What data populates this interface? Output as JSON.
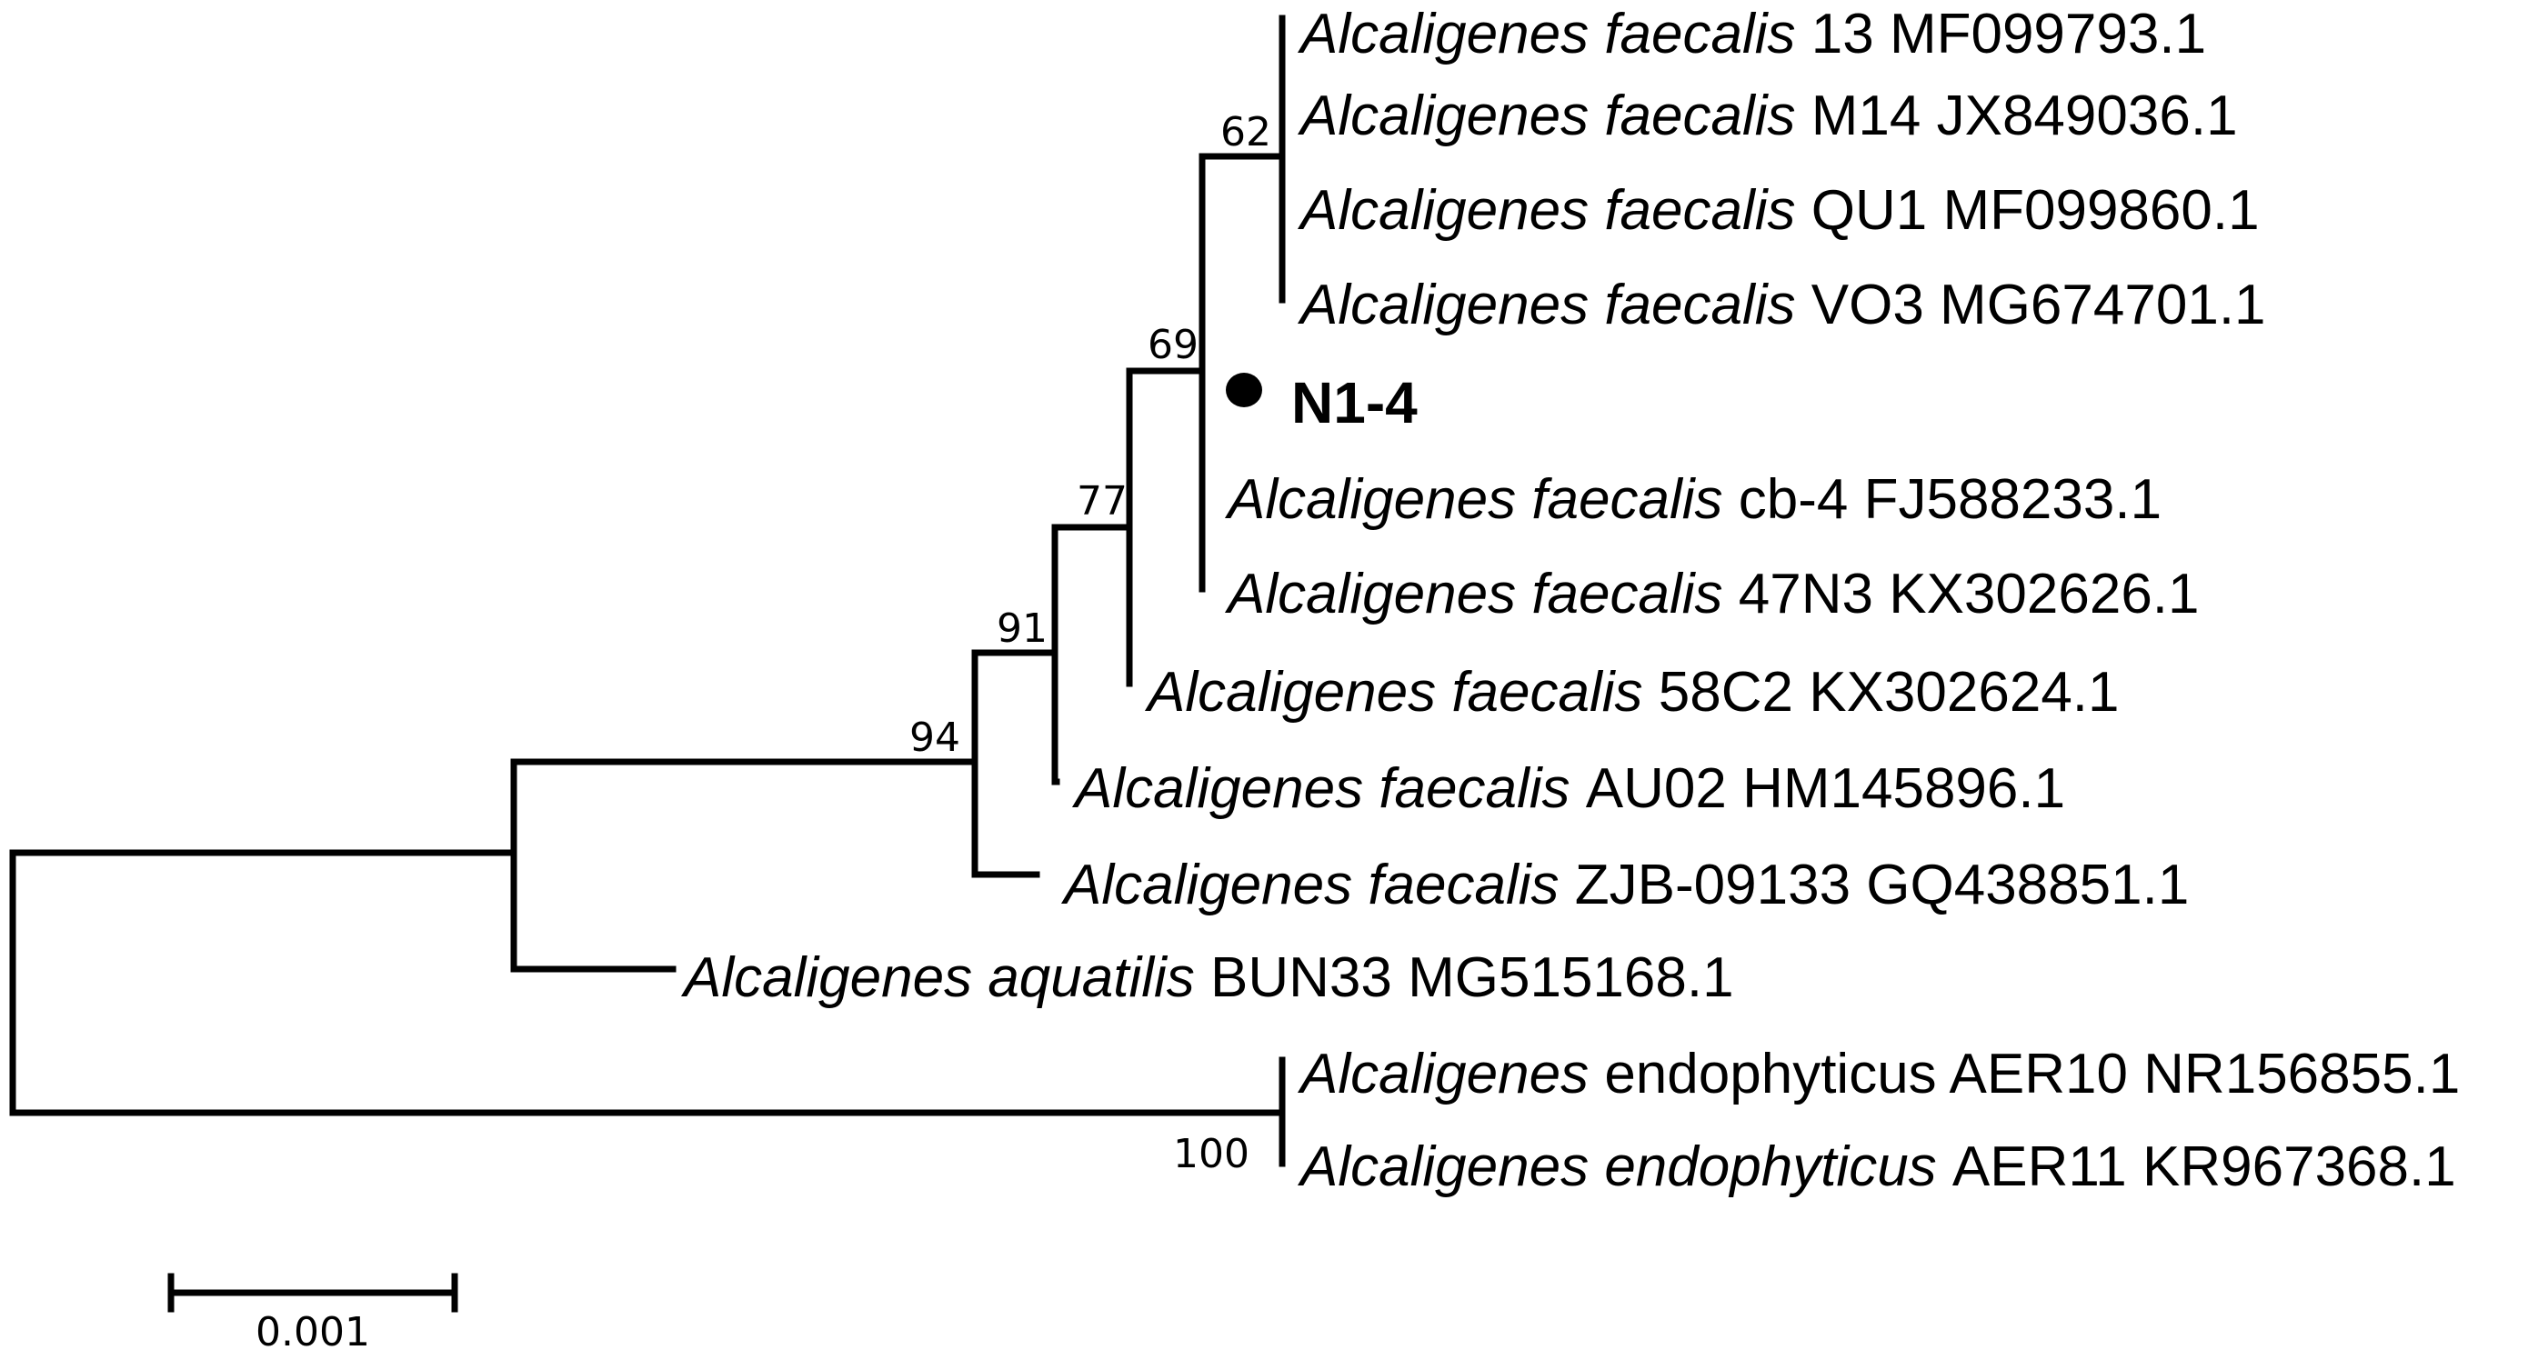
{
  "taxa": [
    {
      "id": "t1",
      "genus": "Alcaligenes",
      "species": "faecalis",
      "strain": "13 MF099793.1"
    },
    {
      "id": "t2",
      "genus": "Alcaligenes",
      "species": "faecalis",
      "strain": "M14 JX849036.1"
    },
    {
      "id": "t3",
      "genus": "Alcaligenes",
      "species": "faecalis",
      "strain": "QU1 MF099860.1"
    },
    {
      "id": "t4",
      "genus": "Alcaligenes",
      "species": "faecalis",
      "strain": "VO3 MG674701.1"
    },
    {
      "id": "t5",
      "name": "N1-4",
      "marker": "filled-circle",
      "highlight": true
    },
    {
      "id": "t6",
      "genus": "Alcaligenes",
      "species": "faecalis",
      "strain": "cb-4 FJ588233.1"
    },
    {
      "id": "t7",
      "genus": "Alcaligenes",
      "species": "faecalis",
      "strain": "47N3 KX302626.1"
    },
    {
      "id": "t8",
      "genus": "Alcaligenes",
      "species": "faecalis",
      "strain": "58C2 KX302624.1"
    },
    {
      "id": "t9",
      "genus": "Alcaligenes",
      "species": "faecalis",
      "strain": "AU02 HM145896.1"
    },
    {
      "id": "t10",
      "genus": "Alcaligenes",
      "species": "faecalis",
      "strain": "ZJB-09133 GQ438851.1"
    },
    {
      "id": "t11",
      "genus": "Alcaligenes",
      "species": "aquatilis",
      "strain": "BUN33 MG515168.1"
    },
    {
      "id": "t12",
      "genus": "Alcaligenes",
      "species": "",
      "strain": "endophyticus AER10 NR156855.1"
    },
    {
      "id": "t13",
      "genus": "Alcaligenes",
      "species": "endophyticus",
      "strain": "AER11 KR967368.1"
    }
  ],
  "bootstrap": [
    {
      "clade": "n62",
      "value": "62"
    },
    {
      "clade": "n69",
      "value": "69"
    },
    {
      "clade": "n77",
      "value": "77"
    },
    {
      "clade": "n91",
      "value": "91"
    },
    {
      "clade": "n94",
      "value": "94"
    },
    {
      "clade": "n100",
      "value": "100"
    }
  ],
  "scale_bar": {
    "value": 0.001,
    "label": "0.001"
  },
  "colors": {
    "line": "#000000",
    "background": "#ffffff"
  }
}
